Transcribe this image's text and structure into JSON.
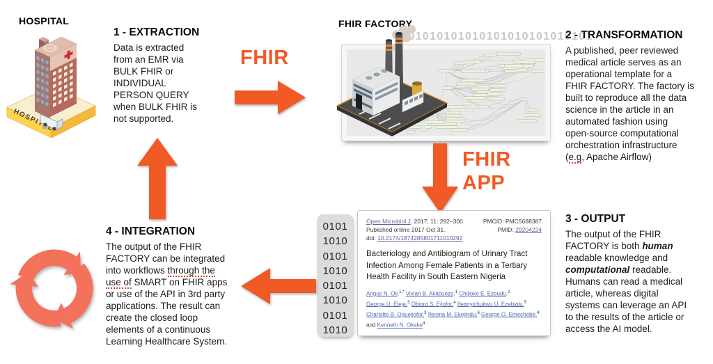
{
  "labels": {
    "hospital": "HOSPITAL",
    "hospital_platform": "HOSPITAL",
    "fhir_factory": "FHIR FACTORY",
    "fhir": "FHIR",
    "fhir_app": "FHIR APP",
    "binary_stream": "0101010101010101010101010101",
    "binary_column": [
      "0101",
      "1010",
      "0101",
      "1010",
      "0101",
      "1010",
      "0101",
      "1010"
    ]
  },
  "sections": {
    "extraction": {
      "title": "1 - EXTRACTION",
      "body": "Data is extracted\nfrom an EMR via\nBULK FHIR or\nINDIVIDUAL\nPERSON QUERY\nwhen BULK FHIR is\nnot supported."
    },
    "transformation": {
      "title": "2 - TRANSFORMATION",
      "body_rich": [
        {
          "t": "A published, peer reviewed\nmedical article serves as an\noperational template for a\nFHIR FACTORY. The factory is\nbuilt to reproduce all the data\nscience in the article in an\nautomated fashion using\nopen-source computational\norchestration infrastructure\n("
        },
        {
          "t": "e.g",
          "u": true
        },
        {
          "t": ", Apache Airflow)"
        }
      ]
    },
    "output": {
      "title": "3 - OUTPUT",
      "body_rich": [
        {
          "t": "The output of the FHIR\nFACTORY is both "
        },
        {
          "t": "human",
          "bi": true
        },
        {
          "t": "\nreadable knowledge and\n"
        },
        {
          "t": "computational",
          "bi": true
        },
        {
          "t": " readable.\nHumans can read a medical\narticle, whereas digital\nsystems can leverage an API\nto the results of the article or\naccess the AI model."
        }
      ]
    },
    "integration": {
      "title": "4 - INTEGRATION",
      "body_rich": [
        {
          "t": "The output of the FHIR\nFACTORY can be integrated\ninto workflows "
        },
        {
          "t": "through the",
          "u": true
        },
        {
          "t": "\n"
        },
        {
          "t": "use of",
          "u": true
        },
        {
          "t": " SMART on FHIR apps\nor use of the API in 3rd party\napplications. The result can\ncreate the closed loop\nelements of a continuous\nLearning Healthcare System."
        }
      ]
    }
  },
  "article": {
    "journal_link": "Open Microbiol J",
    "journal_rest": ". 2017; 11: 292–300.",
    "pmcid_label": "PMCID: ",
    "pmcid_value": "PMC5688387",
    "published": "Published online 2017 Oct 31.",
    "pmid_label": "PMID: ",
    "pmid_link": "29204224",
    "doi_label": "doi: ",
    "doi_link": "10.2174/1874285801711010292",
    "title": "Bacteriology and Antibiogram of Urinary Tract\nInfection Among Female Patients in a Tertiary\nHealth Facility in South Eastern Nigeria",
    "author_lines": [
      {
        "pre": "",
        "authors": [
          {
            "name": "Angus N. Oli,",
            "sup": "1,*"
          },
          {
            "name": "Vivian B. Akabueze,",
            "sup": "1"
          },
          {
            "name": "Chijioke E. Ezeudu,",
            "sup": "2"
          }
        ]
      },
      {
        "pre": "",
        "authors": [
          {
            "name": "George U. Eleje,",
            "sup": "3"
          },
          {
            "name": "Obiora S. Ejiofor,",
            "sup": "4"
          },
          {
            "name": "Ifeanyichukwu U. Ezebialu,",
            "sup": "5"
          }
        ]
      },
      {
        "pre": "",
        "authors": [
          {
            "name": "Charlotte B. Oguejiofor,",
            "sup": "3"
          },
          {
            "name": "Ifeoma M. Ekejindu,",
            "sup": "6"
          },
          {
            "name": "George O. Emechebe,",
            "sup": "4"
          }
        ]
      },
      {
        "pre": "and ",
        "authors": [
          {
            "name": "Kenneth N. Okeke",
            "sup": "4"
          }
        ]
      }
    ]
  },
  "colors": {
    "arrow_orange": "#f15a24",
    "cycle_orange": "#f4715c",
    "header_link": "#6a5fa0",
    "author_link": "#4e6cae",
    "binary_gray": "#c7c7c7"
  }
}
